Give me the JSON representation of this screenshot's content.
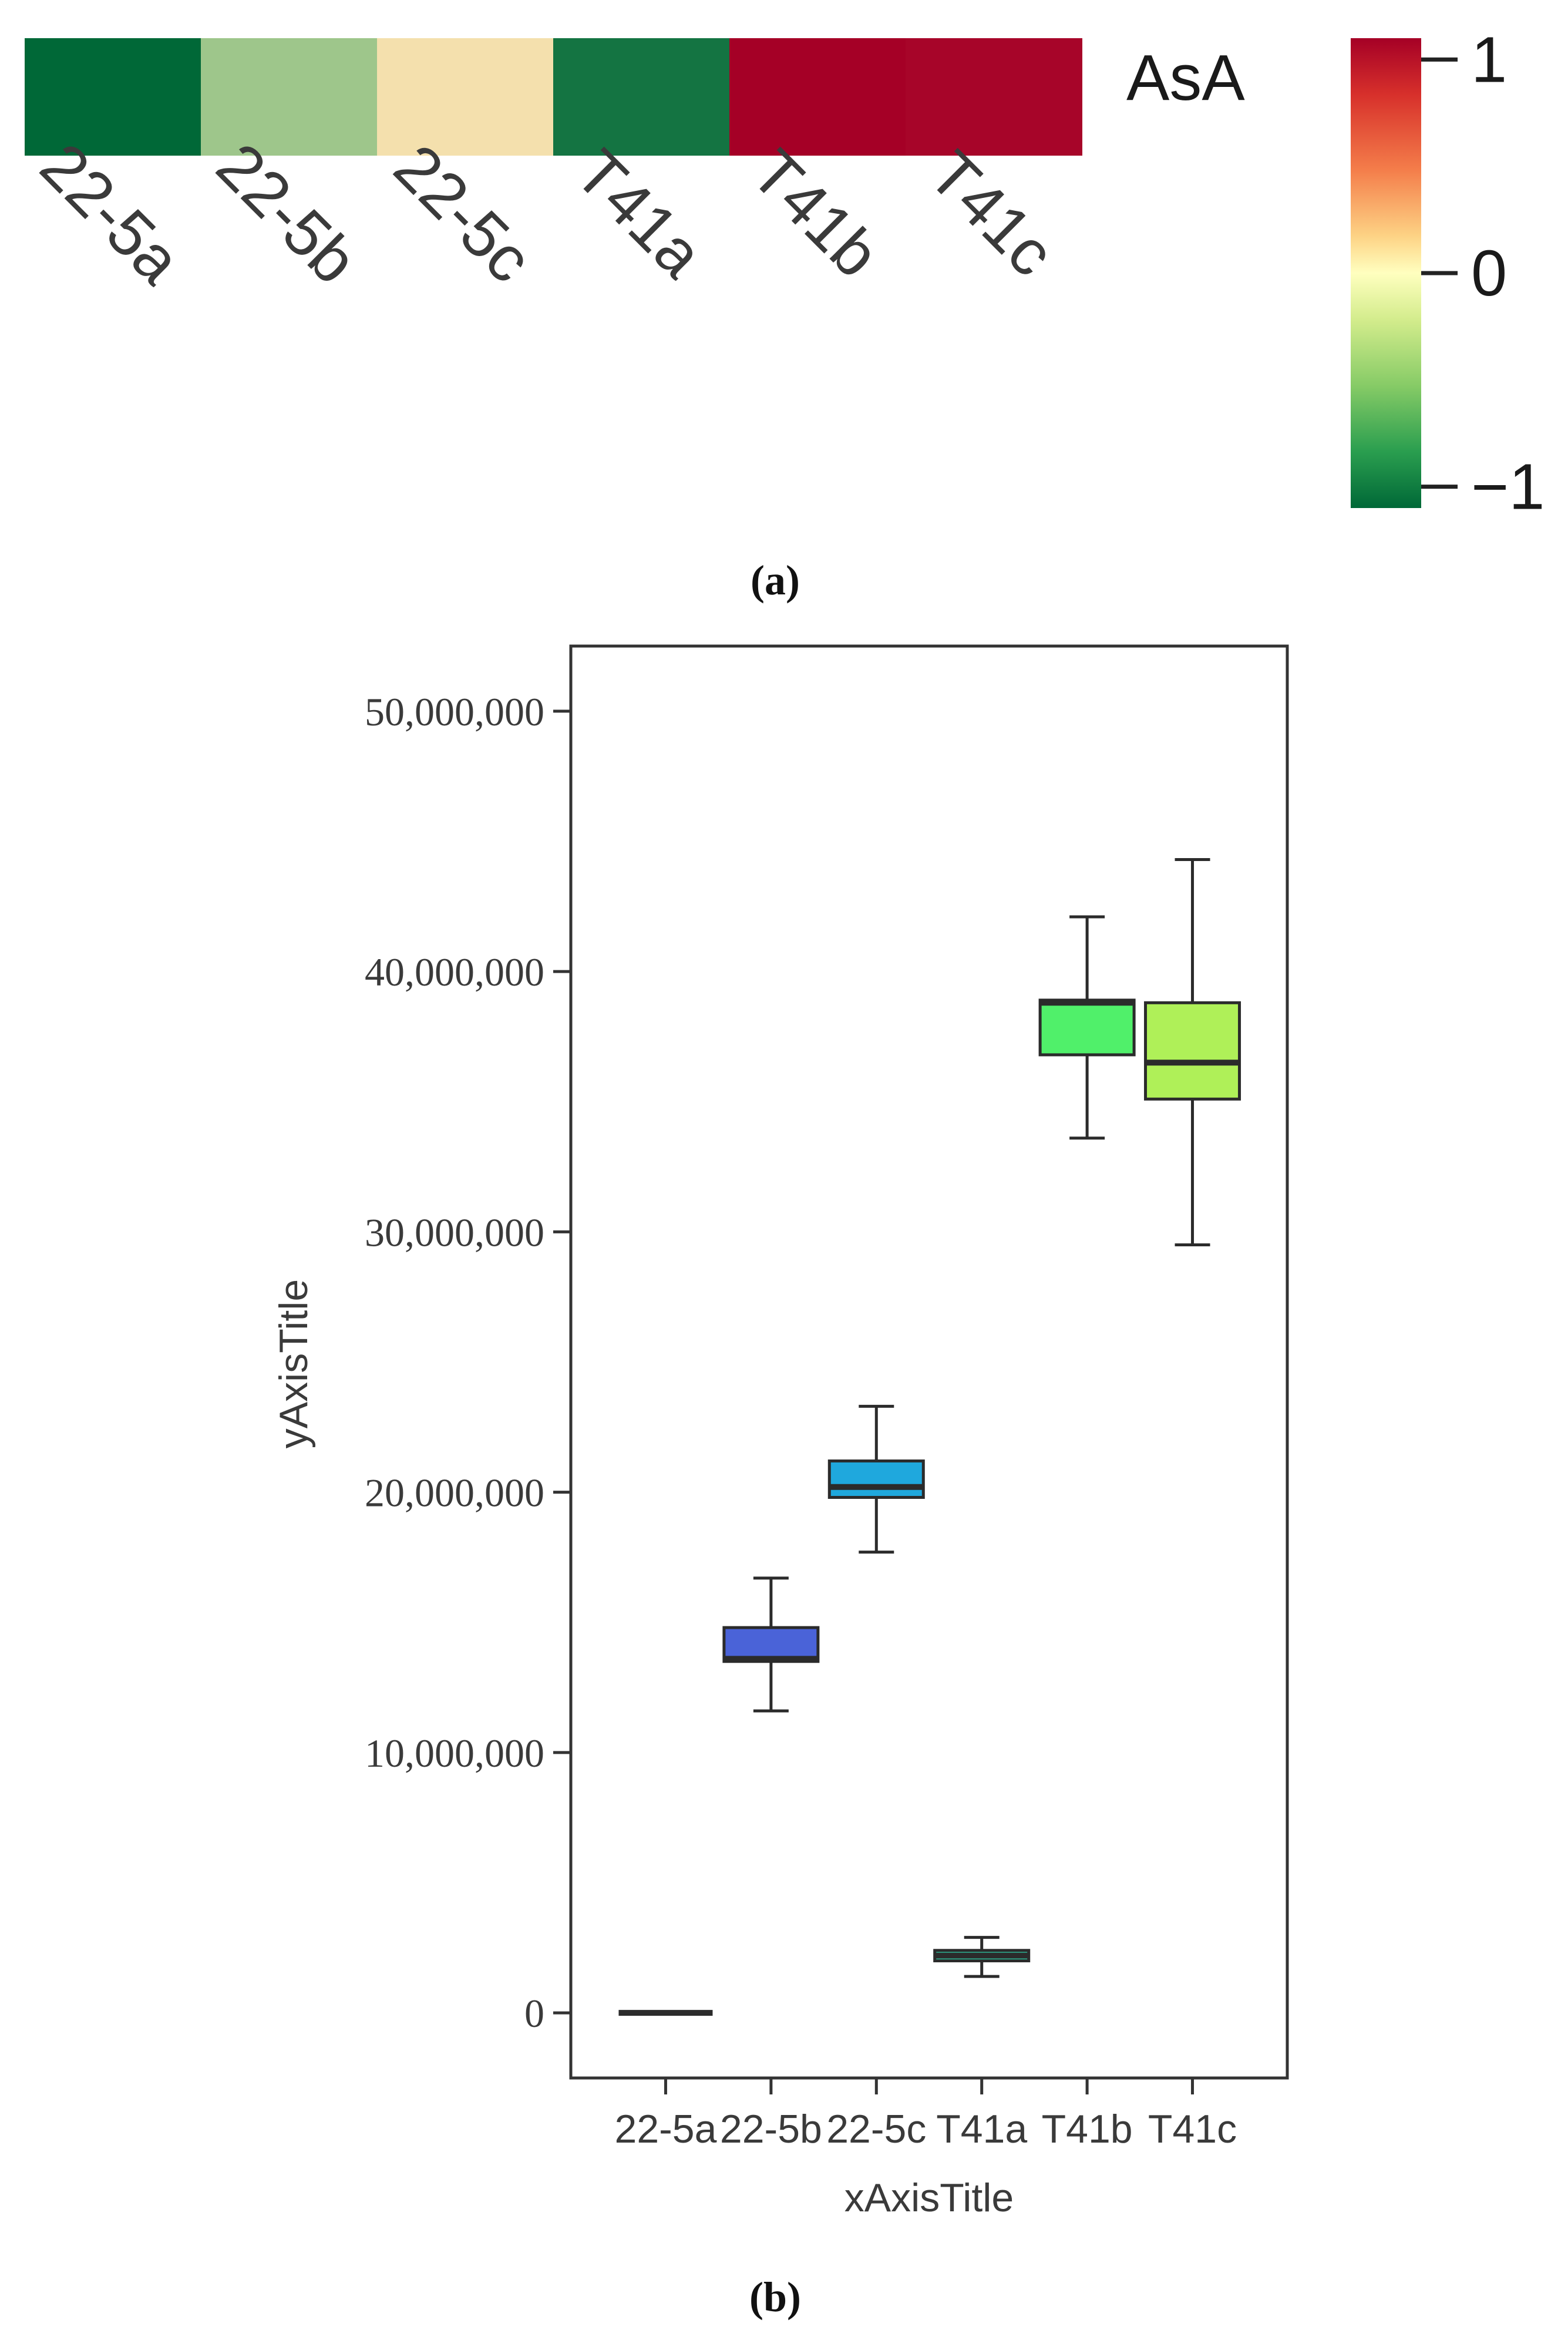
{
  "panels": {
    "a_label": "(a)",
    "b_label": "(b)"
  },
  "chart_data": [
    {
      "type": "heatmap",
      "row_label": "AsA",
      "columns": [
        "22-5a",
        "22-5b",
        "22-5c",
        "T41a",
        "T41b",
        "T41c"
      ],
      "values": [
        -1.0,
        -0.38,
        0.12,
        -0.92,
        1.0,
        0.98
      ],
      "colorbar": {
        "ticks": [
          1,
          0,
          -1
        ],
        "tick_labels": [
          "1",
          "0",
          "−1"
        ],
        "range": [
          -1.1,
          1.1
        ],
        "colors": {
          "low": "#006837",
          "mid": "#ffffbf",
          "high": "#a50026"
        }
      }
    },
    {
      "type": "box",
      "xlabel": "xAxisTitle",
      "ylabel": "yAxisTitle",
      "categories": [
        "22-5a",
        "22-5b",
        "22-5c",
        "T41a",
        "T41b",
        "T41c"
      ],
      "ylim": [
        -2500000,
        52500000
      ],
      "yticks": [
        0,
        10000000,
        20000000,
        30000000,
        40000000,
        50000000
      ],
      "ytick_labels": [
        "0",
        "10,000,000",
        "20,000,000",
        "30,000,000",
        "40,000,000",
        "50,000,000"
      ],
      "boxes": [
        {
          "name": "22-5a",
          "min": 0,
          "q1": 0,
          "median": 0,
          "q3": 0,
          "max": 0,
          "color": "#3a3a3a"
        },
        {
          "name": "22-5b",
          "min": 11600000,
          "q1": 13500000,
          "median": 13600000,
          "q3": 14800000,
          "max": 16700000,
          "color": "#4a63d8"
        },
        {
          "name": "22-5c",
          "min": 17700000,
          "q1": 19800000,
          "median": 20200000,
          "q3": 21200000,
          "max": 23300000,
          "color": "#1fa8dd"
        },
        {
          "name": "T41a",
          "min": 1400000,
          "q1": 2000000,
          "median": 2200000,
          "q3": 2400000,
          "max": 2900000,
          "color": "#2ec4a0"
        },
        {
          "name": "T41b",
          "min": 33600000,
          "q1": 36800000,
          "median": 38800000,
          "q3": 38900000,
          "max": 42100000,
          "color": "#50f06a"
        },
        {
          "name": "T41c",
          "min": 29500000,
          "q1": 35100000,
          "median": 36500000,
          "q3": 38800000,
          "max": 44300000,
          "color": "#aff058"
        }
      ]
    }
  ]
}
